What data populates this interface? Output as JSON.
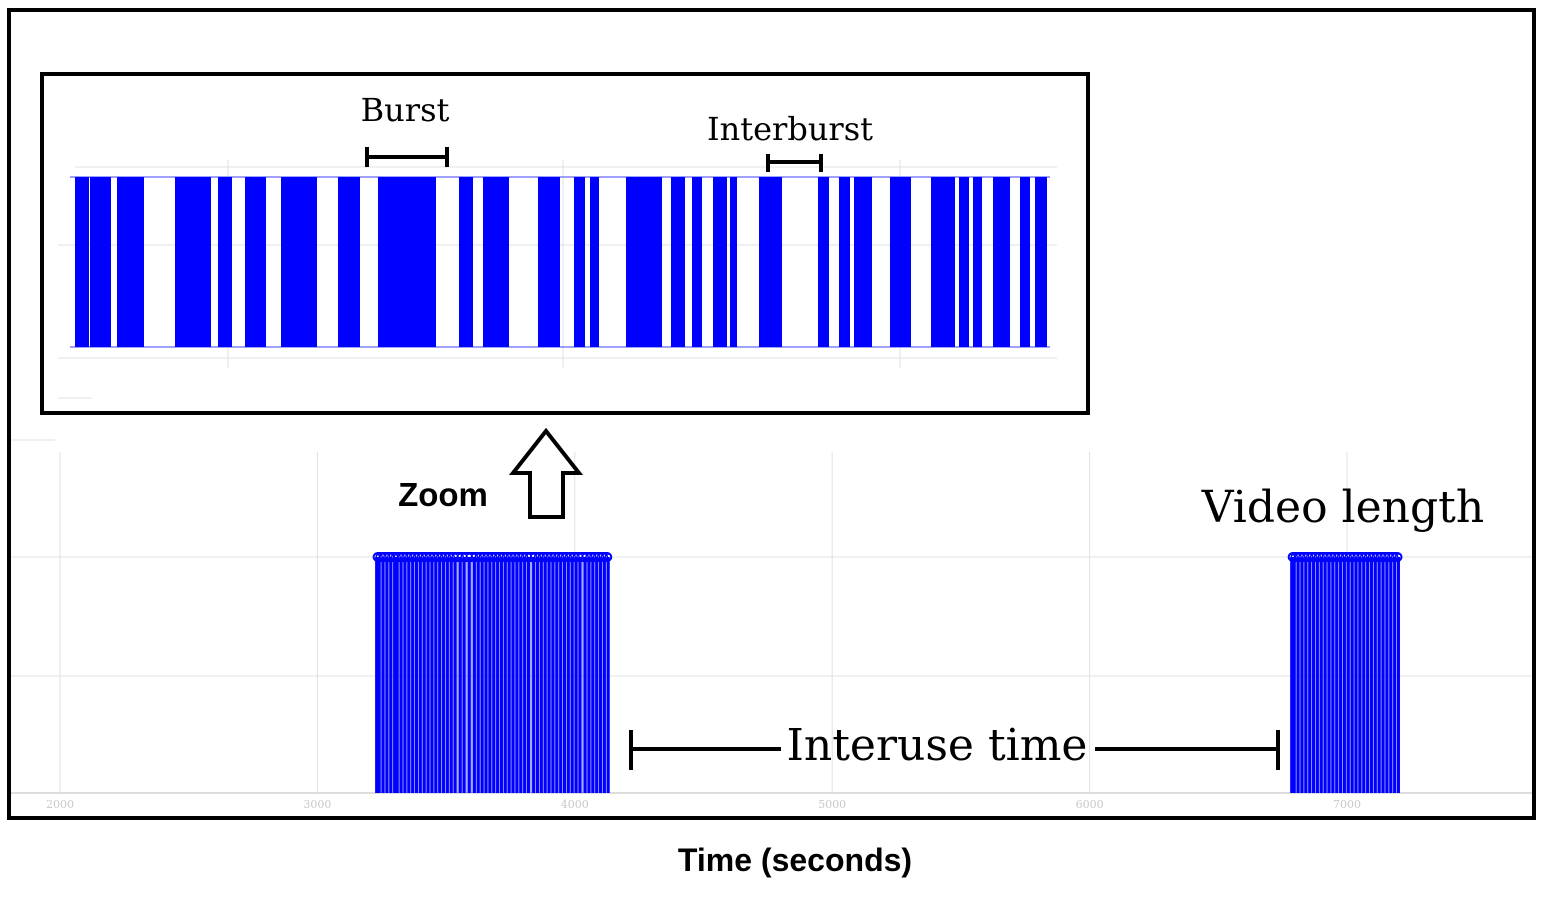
{
  "labels": {
    "burst": "Burst",
    "interburst": "Interburst",
    "zoom": "Zoom",
    "video_length": "Video length",
    "interuse_time": "Interuse time",
    "x_axis_title": "Time (seconds)"
  },
  "colors": {
    "event_bar": "#0000ff",
    "frame": "#000000",
    "grid": "#e0e0e0",
    "tick_label": "#c8c8c8"
  },
  "main_plot": {
    "x_ticks": [
      "2000",
      "3000",
      "4000",
      "5000",
      "6000",
      "7000"
    ],
    "x_tick_values": [
      2000,
      3000,
      4000,
      5000,
      6000,
      7000
    ],
    "x_range": [
      2000,
      7000
    ],
    "session_1_events": [
      3230,
      3240,
      3255,
      3270,
      3285,
      3300,
      3310,
      3325,
      3340,
      3355,
      3370,
      3385,
      3400,
      3415,
      3430,
      3445,
      3460,
      3475,
      3490,
      3505,
      3520,
      3535,
      3555,
      3570,
      3590,
      3610,
      3625,
      3640,
      3655,
      3670,
      3685,
      3700,
      3715,
      3730,
      3745,
      3760,
      3775,
      3790,
      3805,
      3820,
      3840,
      3855,
      3870,
      3885,
      3900,
      3915,
      3930,
      3945,
      3960,
      3975,
      3990,
      4005,
      4020,
      4040,
      4055,
      4070,
      4085,
      4100,
      4115,
      4130
    ],
    "session_2_events": [
      6785,
      6795,
      6810,
      6825,
      6840,
      6855,
      6870,
      6885,
      6900,
      6915,
      6930,
      6945,
      6960,
      6975,
      6990,
      7005,
      7020,
      7035,
      7050,
      7065,
      7080,
      7095,
      7110,
      7125,
      7140,
      7155,
      7170,
      7185,
      7200
    ]
  },
  "zoom_plot": {
    "bar_spans": [
      [
        0,
        14
      ],
      [
        15,
        36
      ],
      [
        42,
        69
      ],
      [
        100,
        136
      ],
      [
        143,
        157
      ],
      [
        170,
        191
      ],
      [
        206,
        242
      ],
      [
        263,
        285
      ],
      [
        303,
        361
      ],
      [
        384,
        398
      ],
      [
        408,
        434
      ],
      [
        463,
        485
      ],
      [
        499,
        510
      ],
      [
        515,
        524
      ],
      [
        551,
        587
      ],
      [
        596,
        610
      ],
      [
        617,
        627
      ],
      [
        638,
        652
      ],
      [
        655,
        662
      ],
      [
        684,
        707
      ],
      [
        743,
        754
      ],
      [
        764,
        775
      ],
      [
        779,
        797
      ],
      [
        815,
        836
      ],
      [
        856,
        880
      ],
      [
        884,
        894
      ],
      [
        898,
        907
      ],
      [
        918,
        935
      ],
      [
        945,
        955
      ],
      [
        960,
        972
      ]
    ]
  }
}
